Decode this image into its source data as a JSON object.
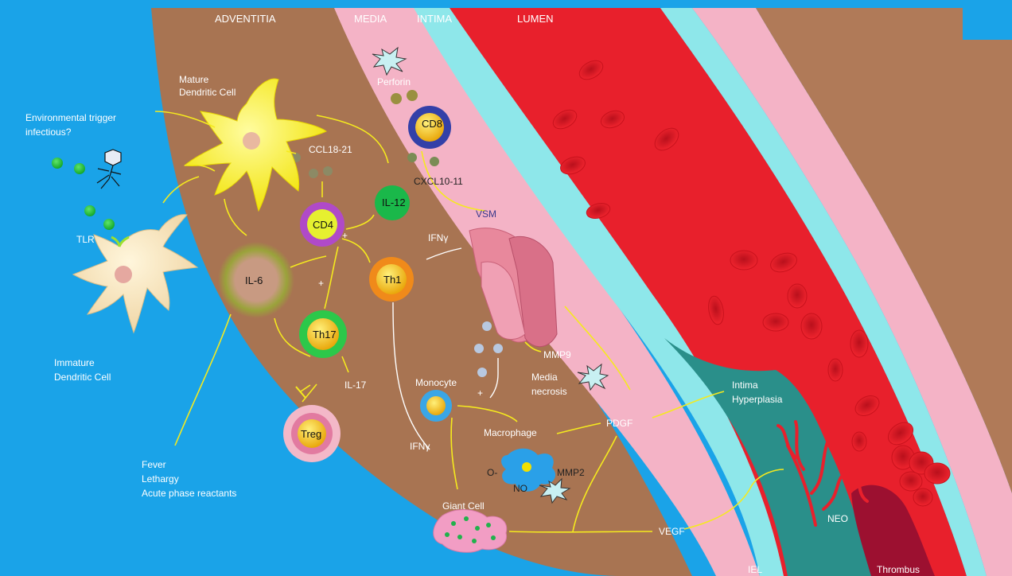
{
  "layers": {
    "adventitia": "ADVENTITIA",
    "media": "MEDIA",
    "intima": "INTIMA",
    "lumen": "LUMEN"
  },
  "labels": {
    "mature_dc": [
      "Mature",
      "Dendritic Cell"
    ],
    "env_trigger": [
      "Environmental trigger",
      "infectious?"
    ],
    "tlr": "TLR",
    "immature_dc": [
      "Immature",
      "Dendritic Cell"
    ],
    "ccl": "CCL18-21",
    "cxcl": "CXCL10-11",
    "perforin": "Perforin",
    "vsm": "VSM",
    "ifn_top": "IFNγ",
    "ifn_bottom": "IFNγ",
    "il17": "IL-17",
    "monocyte": "Monocyte",
    "macrophage": "Macrophage",
    "mmp9": "MMP9",
    "media_necrosis": [
      "Media",
      "necrosis"
    ],
    "pdgf": "PDGF",
    "intima_hyperplasia": [
      "Intima",
      "Hyperplasia"
    ],
    "o_minus": "O-",
    "no": "NO",
    "mmp2": "MMP2",
    "giant_cell": "Giant Cell",
    "vegf": "VEGF",
    "neo": "NEO",
    "iel": "IEL",
    "thrombus": "Thrombus",
    "systemic": [
      "Fever",
      "Lethargy",
      "Acute phase reactants"
    ],
    "plus_1": "+",
    "plus_2": "+",
    "plus_3": "+"
  },
  "cells": {
    "cd8": "CD8",
    "il12": "IL-12",
    "cd4": "CD4",
    "th1": "Th1",
    "il6": "IL-6",
    "th17": "Th17",
    "treg": "Treg"
  },
  "colors": {
    "background": "#1aa3e8",
    "adventitia": "#a87452",
    "media": "#f4b3c6",
    "intima": "#8ee7ea",
    "lumen": "#e8202c",
    "arrow": "#f5ea1e",
    "teal_hyperplasia": "#2a8f8a"
  }
}
